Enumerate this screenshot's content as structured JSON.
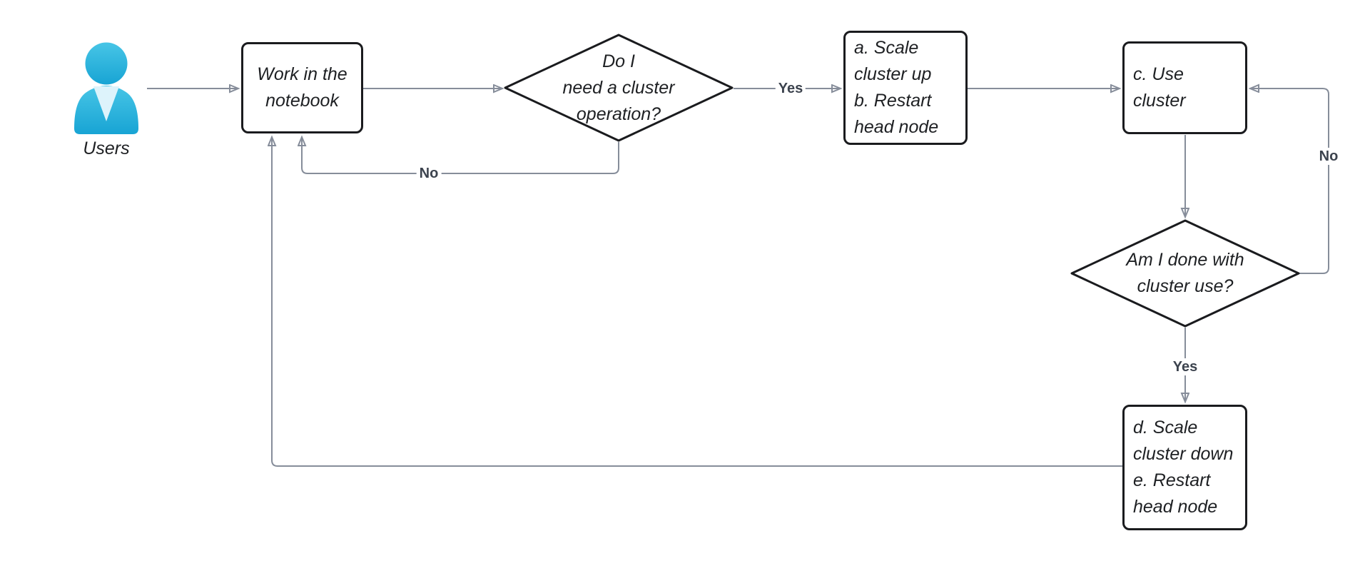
{
  "diagram": {
    "type": "flowchart",
    "nodes": {
      "users": {
        "label": "Users",
        "shape": "actor",
        "icon": "user-icon"
      },
      "notebook": {
        "label": "Work in the\nnotebook",
        "shape": "process"
      },
      "decision_cluster_operation": {
        "label": "Do I\nneed a cluster\noperation?",
        "shape": "decision"
      },
      "scale_up_restart_head_node": {
        "label": "a. Scale\ncluster up\nb. Restart\nhead node",
        "shape": "process"
      },
      "use_cluster": {
        "label": "c. Use\ncluster",
        "shape": "process"
      },
      "decision_done_with_cluster": {
        "label": "Am I done with\ncluster use?",
        "shape": "decision"
      },
      "scale_down_restart_head_node": {
        "label": "d. Scale\ncluster down\ne. Restart\nhead node",
        "shape": "process"
      }
    },
    "edges": [
      {
        "from": "users",
        "to": "notebook",
        "label": ""
      },
      {
        "from": "notebook",
        "to": "decision_cluster_operation",
        "label": ""
      },
      {
        "from": "decision_cluster_operation",
        "to": "scale_up_restart_head_node",
        "label": "Yes"
      },
      {
        "from": "scale_up_restart_head_node",
        "to": "use_cluster",
        "label": ""
      },
      {
        "from": "use_cluster",
        "to": "decision_done_with_cluster",
        "label": ""
      },
      {
        "from": "decision_done_with_cluster",
        "to": "use_cluster",
        "label": "No"
      },
      {
        "from": "decision_done_with_cluster",
        "to": "scale_down_restart_head_node",
        "label": "Yes"
      },
      {
        "from": "decision_cluster_operation",
        "to": "notebook",
        "label": "No"
      },
      {
        "from": "scale_down_restart_head_node",
        "to": "notebook",
        "label": ""
      }
    ],
    "colors": {
      "background": "#ffffff",
      "node_border": "#1a1b1e",
      "node_text": "#1e2023",
      "edge_line": "#868d9a",
      "arrowhead": "#49515e",
      "edge_label_text": "#3c434e",
      "actor_cyan_light": "#47c5e6",
      "actor_cyan_dark": "#18a4d4",
      "actor_collar": "#ddf3fb"
    }
  }
}
